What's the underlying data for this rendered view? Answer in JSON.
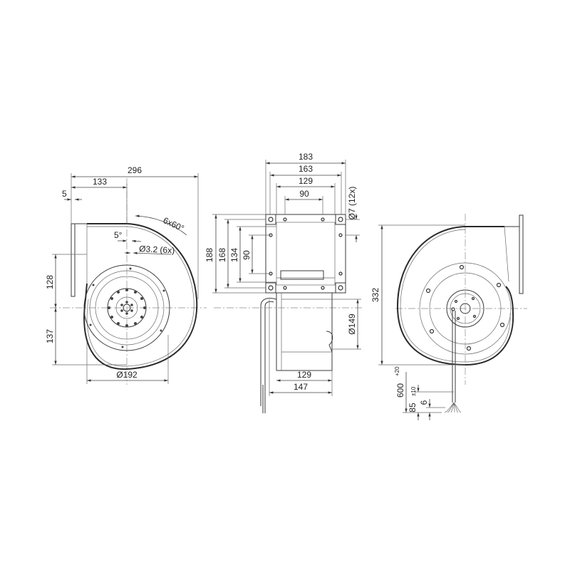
{
  "drawing": {
    "title": "Centrifugal blower dimension drawing",
    "views": {
      "front_view": {
        "dims": {
          "overall_width": "296",
          "inlet_offset": "133",
          "flange_thickness": "5",
          "bolt_angle": "6x60°",
          "hole_angle": "5°",
          "hole_dia": "Ø3.2 (6x)",
          "upper_height": "128",
          "lower_height": "137",
          "inlet_dia": "Ø192"
        }
      },
      "side_view": {
        "dims": {
          "width_183": "183",
          "width_163": "163",
          "width_129_top": "129",
          "width_90_top": "90",
          "mount_hole": "Ø7 (12x)",
          "height_188": "188",
          "height_168": "168",
          "height_134": "134",
          "height_90": "90",
          "motor_dia": "Ø149",
          "width_129_bottom": "129",
          "width_147": "147"
        }
      },
      "rear_view": {
        "dims": {
          "overall_height": "332",
          "cable_length": "600",
          "cable_length_tol": "+20",
          "strip_length": "85",
          "strip_tol": "±10",
          "wire_strip": "6"
        }
      }
    }
  }
}
